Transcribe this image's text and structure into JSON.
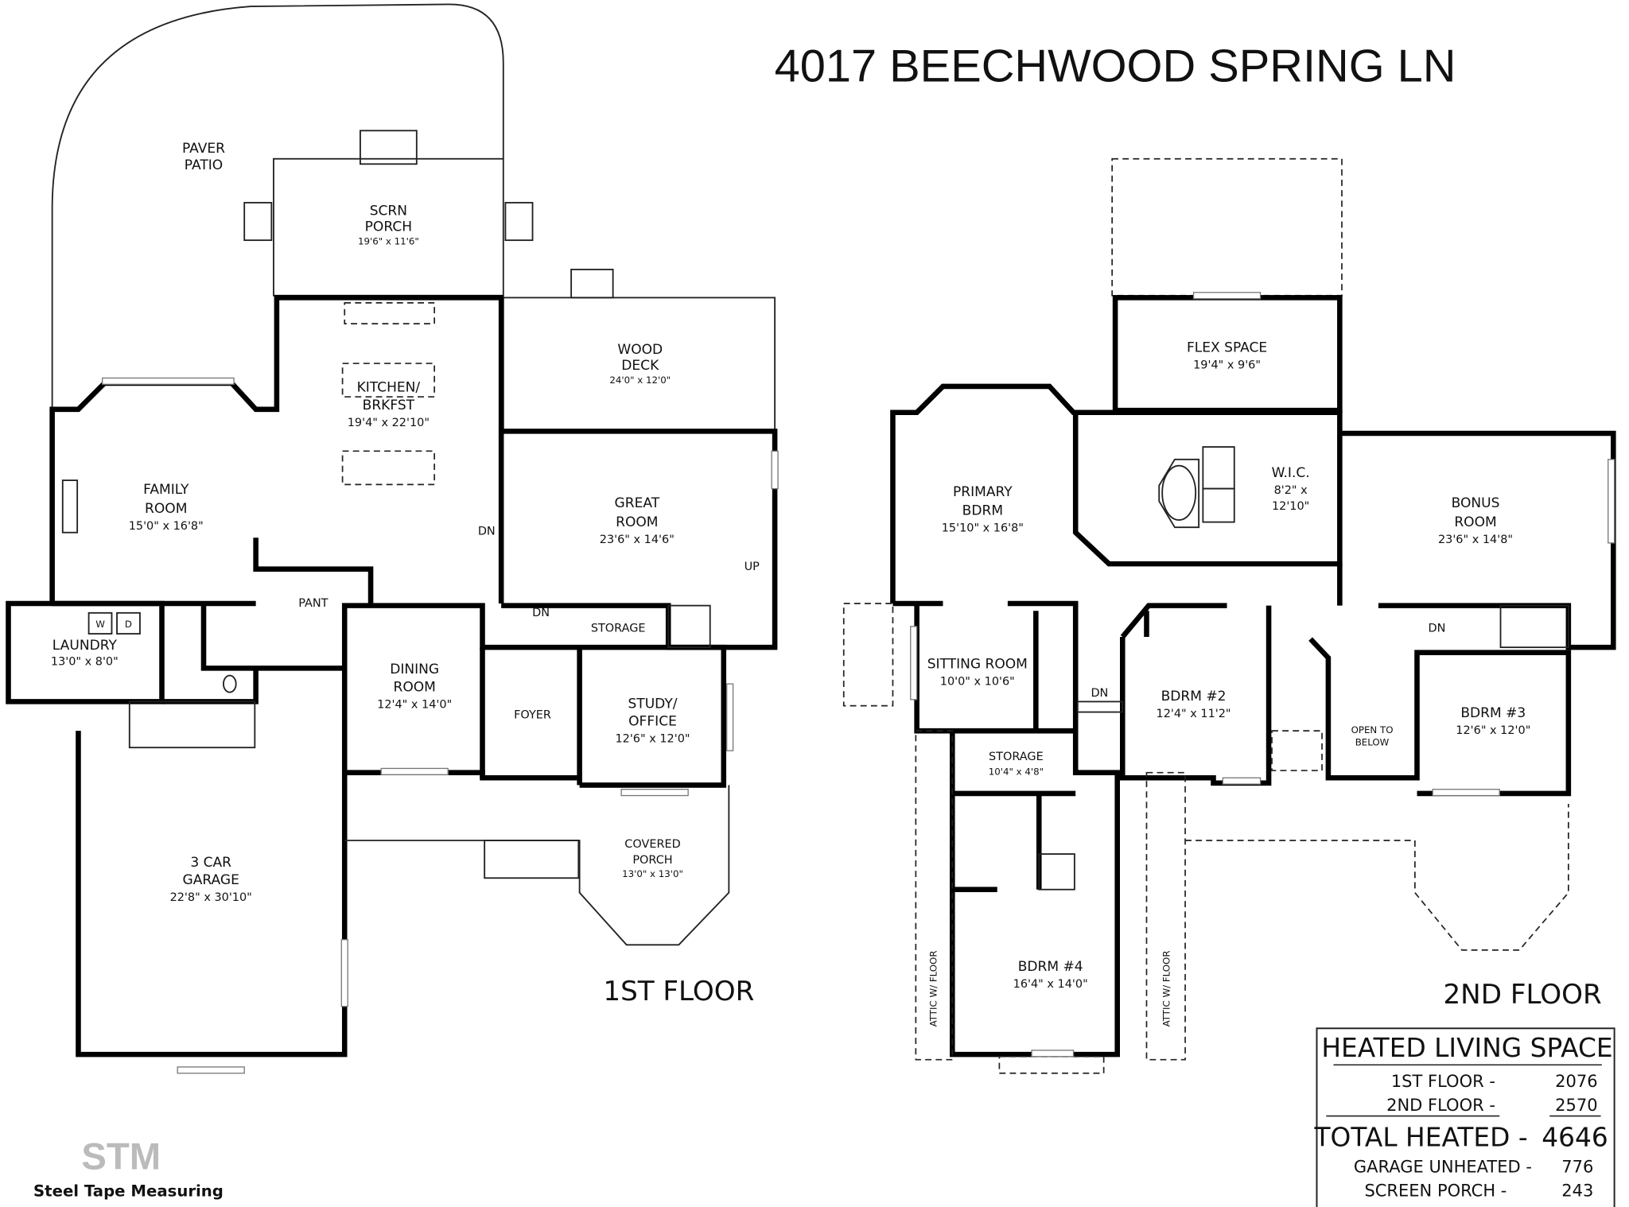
{
  "title": "4017 BEECHWOOD SPRING LN",
  "floor_labels": {
    "first": "1ST FLOOR",
    "second": "2ND FLOOR"
  },
  "first_floor": {
    "paver_patio": [
      "PAVER",
      "PATIO"
    ],
    "scrn_porch": {
      "name": [
        "SCRN",
        "PORCH"
      ],
      "dims": "19'6\" x 11'6\""
    },
    "wood_deck": {
      "name": [
        "WOOD",
        "DECK"
      ],
      "dims": "24'0\" x 12'0\""
    },
    "kitchen": {
      "name": [
        "KITCHEN/",
        "BRKFST"
      ],
      "dims": "19'4\" x 22'10\""
    },
    "family_room": {
      "name": [
        "FAMILY",
        "ROOM"
      ],
      "dims": "15'0\" x 16'8\""
    },
    "great_room": {
      "name": [
        "GREAT",
        "ROOM"
      ],
      "dims": "23'6\" x 14'6\""
    },
    "laundry": {
      "name": "LAUNDRY",
      "dims": "13'0\" x 8'0\"",
      "washer": "W",
      "dryer": "D"
    },
    "pant": "PANT",
    "dining_room": {
      "name": [
        "DINING",
        "ROOM"
      ],
      "dims": "12'4\" x 14'0\""
    },
    "foyer": "FOYER",
    "storage": "STORAGE",
    "study": {
      "name": [
        "STUDY/",
        "OFFICE"
      ],
      "dims": "12'6\" x 12'0\""
    },
    "covered_porch": {
      "name": [
        "COVERED",
        "PORCH"
      ],
      "dims": "13'0\" x 13'0\""
    },
    "garage": {
      "name": [
        "3 CAR",
        "GARAGE"
      ],
      "dims": "22'8\" x 30'10\""
    },
    "stair_labels": {
      "dn1": "DN",
      "dn2": "DN",
      "up": "UP"
    }
  },
  "second_floor": {
    "flex_space": {
      "name": "FLEX SPACE",
      "dims": "19'4\" x 9'6\""
    },
    "primary_bdrm": {
      "name": [
        "PRIMARY",
        "BDRM"
      ],
      "dims": "15'10\" x 16'8\""
    },
    "wic": {
      "name": "W.I.C.",
      "dims": [
        "8'2\" x",
        "12'10\""
      ]
    },
    "bonus_room": {
      "name": [
        "BONUS",
        "ROOM"
      ],
      "dims": "23'6\" x 14'8\""
    },
    "sitting_room": {
      "name": "SITTING ROOM",
      "dims": "10'0\" x 10'6\""
    },
    "bdrm2": {
      "name": "BDRM #2",
      "dims": "12'4\" x 11'2\""
    },
    "open_to_below": [
      "OPEN TO",
      "BELOW"
    ],
    "bdrm3": {
      "name": "BDRM #3",
      "dims": "12'6\" x 12'0\""
    },
    "storage": {
      "name": "STORAGE",
      "dims": "10'4\" x 4'8\""
    },
    "bdrm4": {
      "name": "BDRM #4",
      "dims": "16'4\" x 14'0\""
    },
    "attic_left": "ATTIC W/ FLOOR",
    "attic_right": "ATTIC W/ FLOOR",
    "stair_labels": {
      "dn1": "DN",
      "dn2": "DN"
    }
  },
  "area_table": {
    "heading": "HEATED LIVING SPACE",
    "rows": [
      {
        "label": "1ST FLOOR -",
        "value": "2076"
      },
      {
        "label": "2ND FLOOR -",
        "value": "2570"
      }
    ],
    "total": {
      "label": "TOTAL HEATED -",
      "value": "4646"
    },
    "extras": [
      {
        "label": "GARAGE UNHEATED -",
        "value": "776"
      },
      {
        "label": "SCREEN PORCH -",
        "value": "243"
      }
    ]
  },
  "logo": {
    "text": "Steel Tape Measuring",
    "mark": "STM"
  }
}
